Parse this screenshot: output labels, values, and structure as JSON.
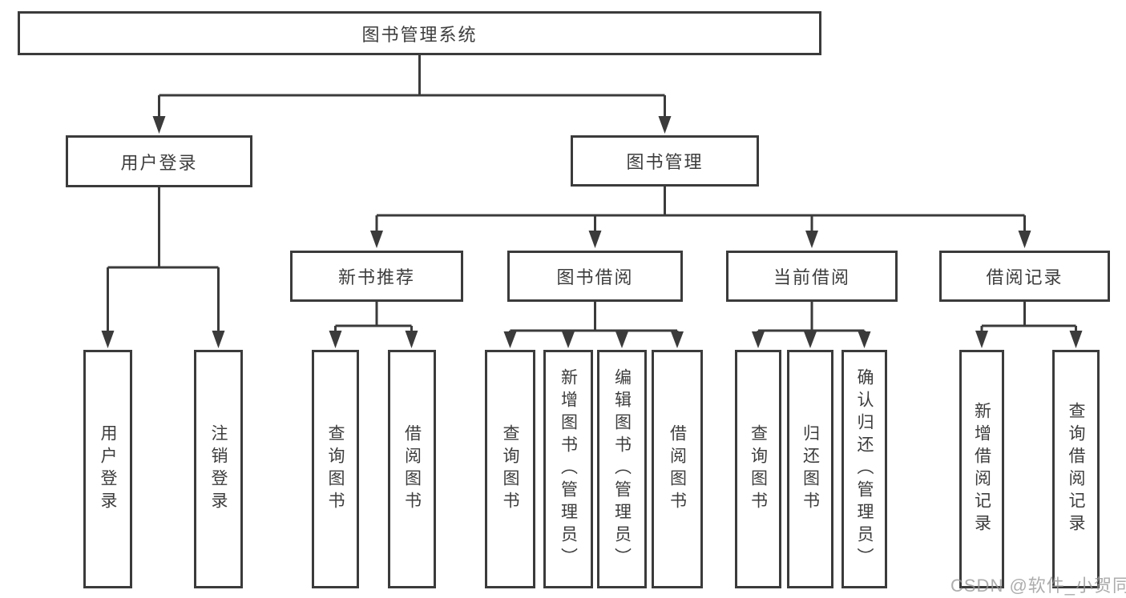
{
  "diagram": {
    "root": {
      "label": "图书管理系统"
    },
    "level2": [
      {
        "label": "用户登录"
      },
      {
        "label": "图书管理"
      }
    ],
    "level3": [
      {
        "label": "新书推荐",
        "parent": "图书管理"
      },
      {
        "label": "图书借阅",
        "parent": "图书管理"
      },
      {
        "label": "当前借阅",
        "parent": "图书管理"
      },
      {
        "label": "借阅记录",
        "parent": "图书管理"
      }
    ],
    "leaves": [
      {
        "label": "用户登录",
        "parent": "用户登录"
      },
      {
        "label": "注销登录",
        "parent": "用户登录"
      },
      {
        "label": "查询图书",
        "parent": "新书推荐"
      },
      {
        "label": "借阅图书",
        "parent": "新书推荐"
      },
      {
        "label": "查询图书",
        "parent": "图书借阅"
      },
      {
        "label": "新增图书（管理员）",
        "parent": "图书借阅"
      },
      {
        "label": "编辑图书（管理员）",
        "parent": "图书借阅"
      },
      {
        "label": "借阅图书",
        "parent": "图书借阅"
      },
      {
        "label": "查询图书",
        "parent": "当前借阅"
      },
      {
        "label": "归还图书",
        "parent": "当前借阅"
      },
      {
        "label": "确认归还（管理员）",
        "parent": "当前借阅"
      },
      {
        "label": "新增借阅记录",
        "parent": "借阅记录"
      },
      {
        "label": "查询借阅记录",
        "parent": "借阅记录"
      }
    ]
  },
  "watermark": {
    "text": "CSDN @软件_小贺同学"
  },
  "colors": {
    "line": "#3b3b3b",
    "text": "#3d3d3d",
    "background": "#ffffff",
    "watermark": "#969696"
  }
}
